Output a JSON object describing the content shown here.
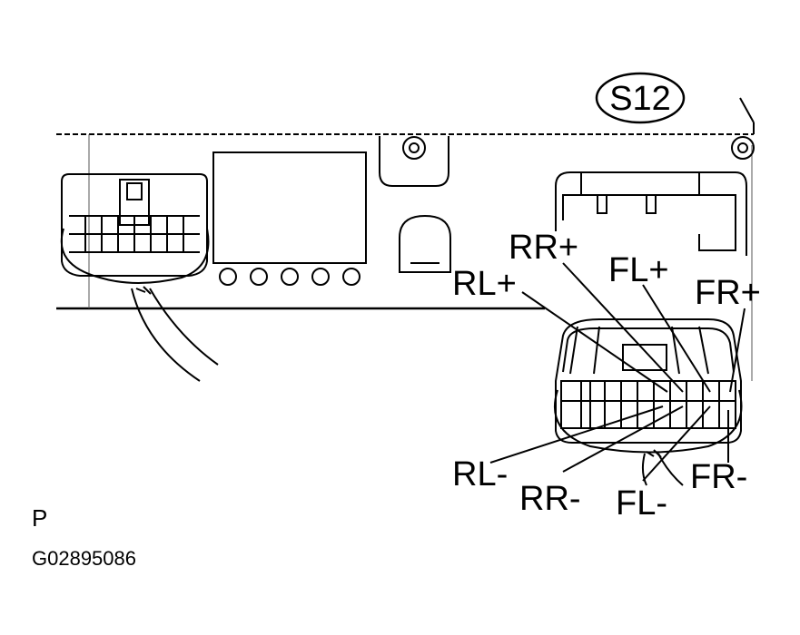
{
  "connector_id": "S12",
  "labels": {
    "rr_plus": "RR+",
    "rl_plus": "RL+",
    "fl_plus": "FL+",
    "fr_plus": "FR+",
    "rl_minus": "RL-",
    "rr_minus": "RR-",
    "fl_minus": "FL-",
    "fr_minus": "FR-"
  },
  "view_code": "P",
  "figure_id": "G02895086"
}
